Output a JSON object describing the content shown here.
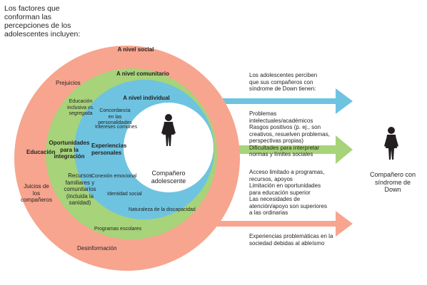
{
  "intro": "Los factores que conforman las percepciones de los adolescentes incluyen:",
  "rings": {
    "social": "A nivel social",
    "comunitario": "A nivel comunitario",
    "individual": "A nivel individual"
  },
  "social_items": {
    "prejuicios": "Prejuicios",
    "educacion": "Educación",
    "juicios": "Juicios de los compañeros",
    "desinformacion": "Desinformación"
  },
  "comunitario_items": {
    "educacion_inclusiva": "Educación inclusiva vs. segregada",
    "oportunidades": "Oportunidades para la integración",
    "recursos": "Recursos familiares y comunitarios (incluida la sanidad)",
    "programas": "Programas escolares"
  },
  "individual_items": {
    "concordancia": "Concordancia en las personalidades",
    "intereses": "Intereses comunes",
    "experiencias": "Experiencias personales",
    "conexion": "Conexión emocional",
    "identidad": "Identidad social",
    "naturaleza": "Naturaleza de la discapacidad"
  },
  "center_label": "Compañero adolescente",
  "peer_label": "Compañero con síndrome de Down",
  "perceive": "Los adolescentes perciben que sus compañeros con síndrome de Down tienen:",
  "blue_list": "Problemas intelectuales/académicos\nRasgos positivos (p. ej., son creativos, resuelven problemas, perspectivas propias)\nDificultades para interpretar normas y límites sociales",
  "green_list": "Acceso limitado a programas, recursos, apoyos\nLimitación en oportunidades para educación superior\nLas necesidades de atención/apoyo son superiores a las ordinarias",
  "salmon_list": "Experiencias problemáticas en la sociedad debidas al ableísmo",
  "colors": {
    "social": "#f7a58e",
    "comunitario": "#a7d37a",
    "individual": "#6ec3e1",
    "white": "#ffffff"
  },
  "icons": [
    "person-icon"
  ]
}
